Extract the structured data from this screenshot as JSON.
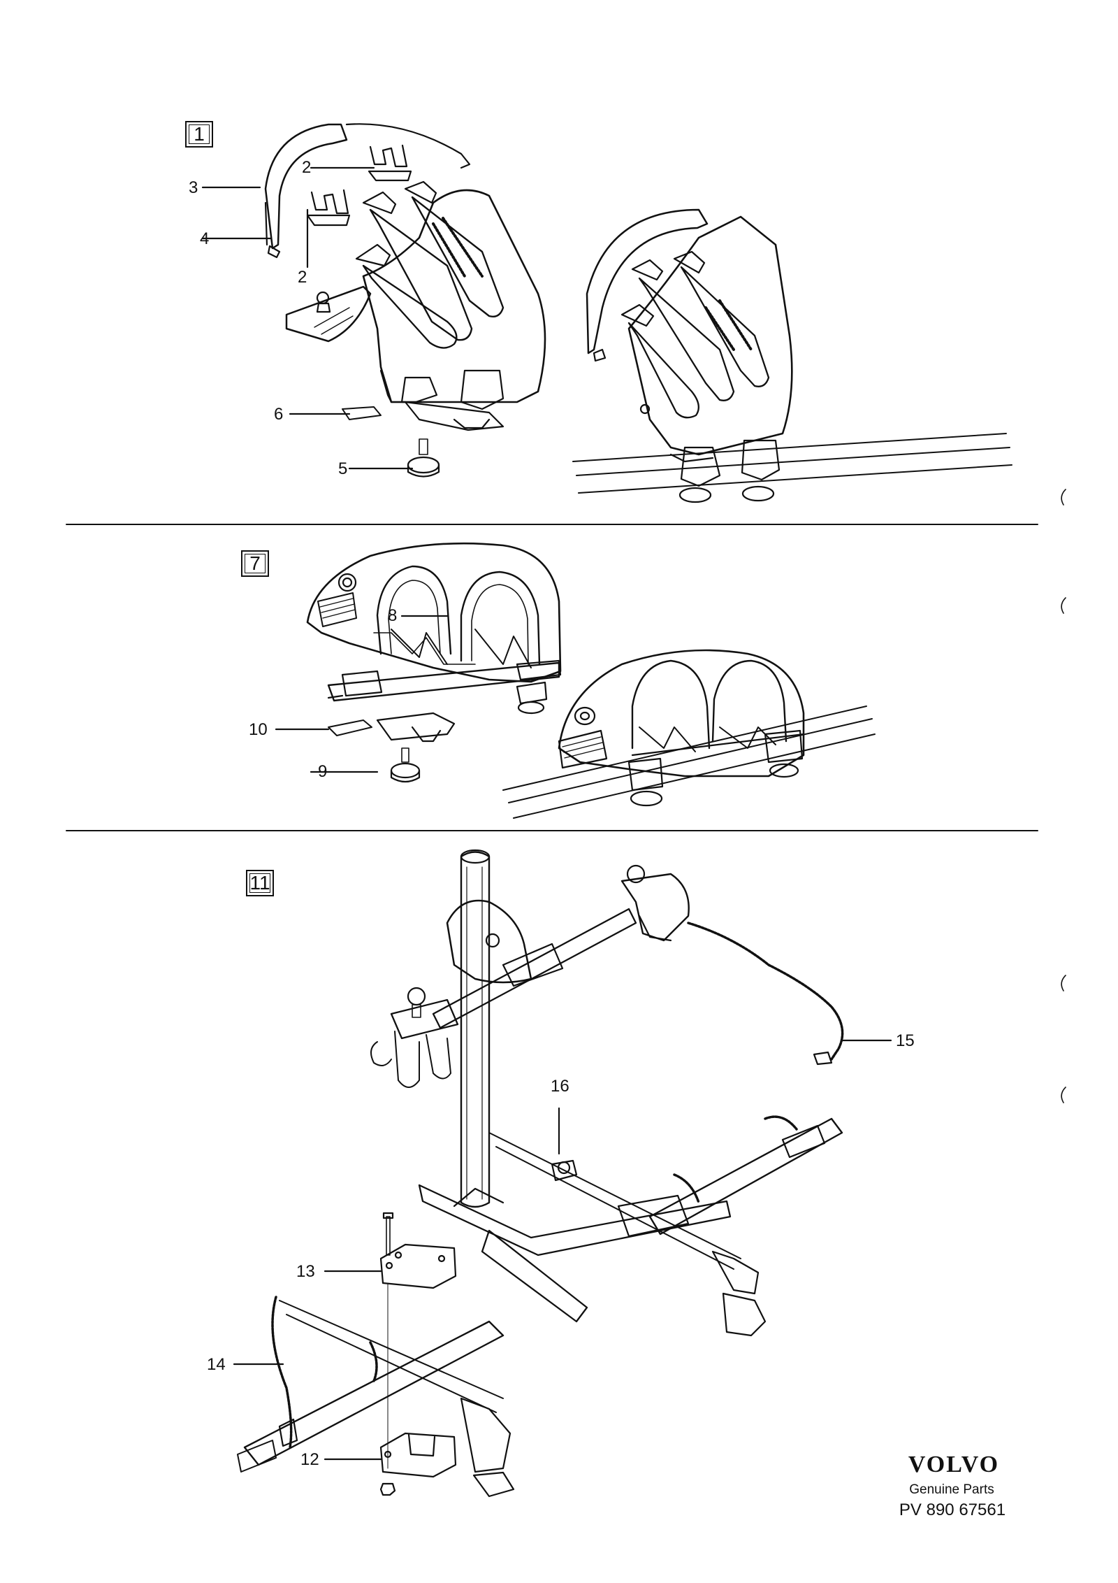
{
  "group_labels": {
    "g1": "1",
    "g7": "7",
    "g11": "11"
  },
  "callouts": {
    "c2a": "2",
    "c2b": "2",
    "c3": "3",
    "c4": "4",
    "c5": "5",
    "c6": "6",
    "c8": "8",
    "c9": "9",
    "c10": "10",
    "c12": "12",
    "c13": "13",
    "c14": "14",
    "c15": "15",
    "c16": "16"
  },
  "footer": {
    "brand": "VOLVO",
    "subtitle": "Genuine Parts",
    "part_number": "PV 890 67561"
  }
}
